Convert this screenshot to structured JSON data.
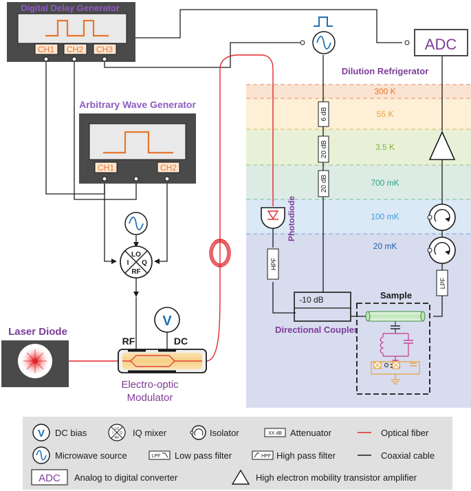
{
  "colors": {
    "purple": "#7d3c98",
    "orange": "#e8742c",
    "red": "#e0262b",
    "blue": "#1f6fb4",
    "instrument_bg": "#4a4a4a",
    "fridge_300K": "#fbe3d2",
    "fridge_55K": "#fdf0d6",
    "fridge_3K": "#e8f1d7",
    "fridge_700mK": "#dcebe4",
    "fridge_100mK": "#dbe8f6",
    "fridge_20mK": "#d8dcef"
  },
  "instruments": {
    "ddg": {
      "title": "Digital Delay Generator",
      "ch1": "CH1",
      "ch2": "CH2",
      "ch3": "CH3"
    },
    "awg": {
      "title": "Arbitrary Wave Generator",
      "ch1": "CH1",
      "ch2": "CH2"
    },
    "adc": {
      "label": "ADC"
    },
    "laser": {
      "title": "Laser Diode"
    },
    "eom": {
      "title_line1": "Electro-optic",
      "title_line2": "Modulator",
      "rf": "RF",
      "dc": "DC"
    },
    "dc_bias": {
      "symbol": "V"
    },
    "iq_mixer": {
      "lo": "LO",
      "i": "I",
      "q": "Q",
      "rf": "RF"
    }
  },
  "fridge": {
    "title": "Dilution Refrigerator",
    "stages": [
      {
        "label": "300 K",
        "color": "#e8742c"
      },
      {
        "label": "55 K",
        "color": "#e8a13c"
      },
      {
        "label": "3.5 K",
        "color": "#7fb23a"
      },
      {
        "label": "700 mK",
        "color": "#2aa68a"
      },
      {
        "label": "100 mK",
        "color": "#3b9bd6"
      },
      {
        "label": "20 mK",
        "color": "#1f5fa8"
      }
    ],
    "attenuators": [
      "6 dB",
      "20 dB",
      "20 dB"
    ],
    "photodiode": "Photodiode",
    "hpf": "HPF",
    "lpf": "LPF",
    "coupler": {
      "value": "-10 dB",
      "label": "Directional Coupler"
    },
    "sample": "Sample"
  },
  "legend": {
    "dc_bias": "DC bias",
    "dc_bias_symbol": "V",
    "iq_mixer": "IQ mixer",
    "iq_symbol": {
      "lo": "LO",
      "i": "I",
      "q": "Q",
      "rf": "RF"
    },
    "isolator": "Isolator",
    "attenuator": "Attenuator",
    "attenuator_symbol": "XX dB",
    "optical_fiber": "Optical fiber",
    "microwave_source": "Microwave source",
    "lpf_symbol": "LPF",
    "low_pass_filter": "Low pass filter",
    "hpf_symbol": "HPF",
    "high_pass_filter": "High pass filter",
    "coaxial_cable": "Coaxial cable",
    "adc_symbol": "ADC",
    "adc": "Analog to digital converter",
    "hemt": "High electron mobility transistor amplifier"
  }
}
